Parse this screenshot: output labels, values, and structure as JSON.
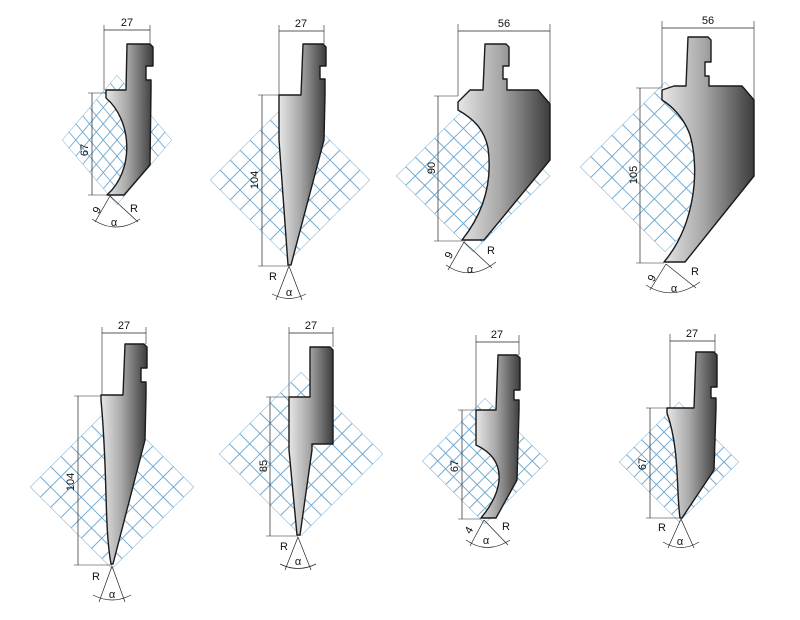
{
  "tools": [
    {
      "id": "t1",
      "width_label": "27",
      "height_label": "67",
      "angle_label": "α",
      "radius_label": "R",
      "offset_label": "9"
    },
    {
      "id": "t2",
      "width_label": "27",
      "height_label": "104",
      "angle_label": "α",
      "radius_label": "R"
    },
    {
      "id": "t3",
      "width_label": "56",
      "height_label": "90",
      "angle_label": "α",
      "radius_label": "R",
      "offset_label": "9"
    },
    {
      "id": "t4",
      "width_label": "56",
      "height_label": "105",
      "angle_label": "α",
      "radius_label": "R",
      "offset_label": "9"
    },
    {
      "id": "t5",
      "width_label": "27",
      "height_label": "104",
      "angle_label": "α",
      "radius_label": "R"
    },
    {
      "id": "t6",
      "width_label": "27",
      "height_label": "85",
      "angle_label": "α",
      "radius_label": "R"
    },
    {
      "id": "t7",
      "width_label": "27",
      "height_label": "67",
      "angle_label": "α",
      "radius_label": "R",
      "offset_label": "4"
    },
    {
      "id": "t8",
      "width_label": "27",
      "height_label": "67",
      "angle_label": "α",
      "radius_label": "R"
    }
  ],
  "colors": {
    "grid": "#6fa8cf",
    "tool_dark": "#3c3c3c",
    "tool_light": "#e6e6e6",
    "line": "#222222"
  }
}
